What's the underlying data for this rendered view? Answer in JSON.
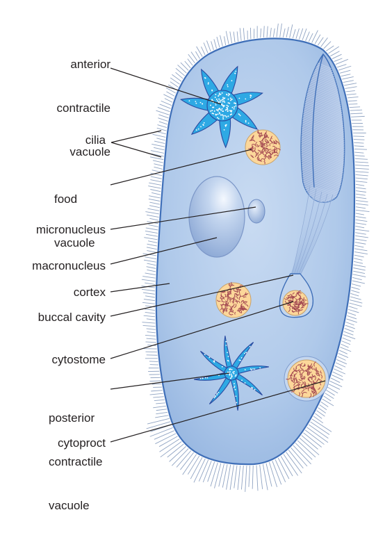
{
  "labels": {
    "anterior_contractile_vacuole": [
      "anterior",
      "contractile",
      "vacuole"
    ],
    "cilia": "cilia",
    "food_vacuole": [
      "food",
      "vacuole"
    ],
    "micronucleus": "micronucleus",
    "macronucleus": "macronucleus",
    "cortex": "cortex",
    "buccal_cavity": "buccal cavity",
    "cytostome": "cytostome",
    "posterior_contractile_vacuole": [
      "posterior",
      "contractile",
      "vacuole"
    ],
    "cytoproct": "cytoproct"
  },
  "colors": {
    "cell_fill": "#aec8ea",
    "cell_edge": "#3f6fb8",
    "cilia": "#8fa3c2",
    "vacuole": "#2ea9e4",
    "vacuole_edge": "#2a4aa0",
    "food_fill": "#fcd79a",
    "food_edge": "#c7a16a",
    "food_particles": "#a44a52",
    "leader": "#231f20"
  }
}
